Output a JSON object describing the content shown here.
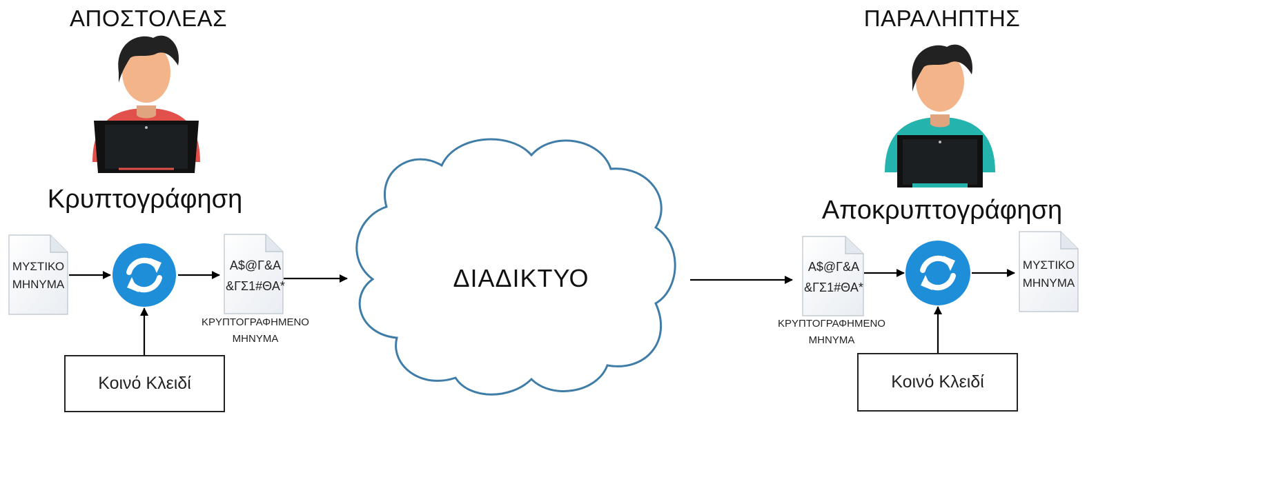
{
  "sender": {
    "role": "ΑΠΟΣΤΟΛΕΑΣ",
    "process": "Κρυπτογράφηση",
    "shirt_color": "#e2504c",
    "plain_doc_lines": [
      "ΜΥΣΤΙΚΟ",
      "ΜΗΝΥΜΑ"
    ],
    "cipher_doc_lines": [
      "Α$@Γ&Α",
      "&ΓΣ1#ΘΑ*"
    ],
    "cipher_caption_lines": [
      "ΚΡΥΠΤΟΓΡΑΦΗΜΕΝΟ",
      "ΜΗΝΥΜΑ"
    ],
    "key_label": "Κοινό Κλειδί"
  },
  "network": {
    "label": "ΔΙΑΔΙΚΤΥΟ",
    "outline_color": "#3f7da8"
  },
  "receiver": {
    "role": "ΠΑΡΑΛΗΠΤΗΣ",
    "process": "Αποκρυπτογράφηση",
    "shirt_color": "#25b3ae",
    "cipher_doc_lines": [
      "Α$@Γ&Α",
      "&ΓΣ1#ΘΑ*"
    ],
    "cipher_caption_lines": [
      "ΚΡΥΠΤΟΓΡΑΦΗΜΕΝΟ",
      "ΜΗΝΥΜΑ"
    ],
    "plain_doc_lines": [
      "ΜΥΣΤΙΚΟ",
      "ΜΗΝΥΜΑ"
    ],
    "key_label": "Κοινό Κλειδί"
  },
  "icons": {
    "sync_button_color": "#1e8ed8",
    "user_icon": "user-with-laptop-icon",
    "sync_icon": "sync-arrows-icon",
    "document_icon": "document-icon",
    "cloud_icon": "cloud-icon"
  }
}
